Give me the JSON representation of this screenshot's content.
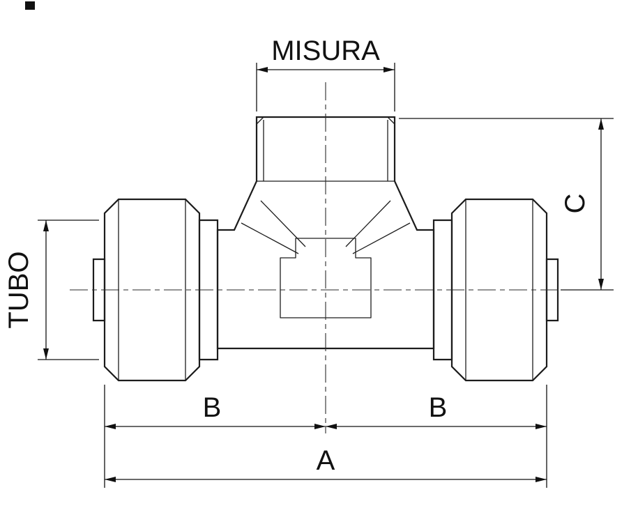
{
  "page": {
    "background": "#ffffff",
    "line_color": "#1c1c1c",
    "text_color": "#111111"
  },
  "labels": {
    "misura": "MISURA",
    "tubo": "TUBO",
    "c": "C",
    "b_left": "B",
    "b_right": "B",
    "a": "A"
  }
}
